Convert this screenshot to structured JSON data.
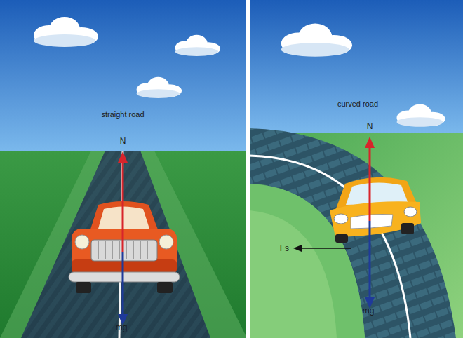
{
  "diagram": {
    "labels": [
      "straight road",
      "N",
      "mg",
      "curved road",
      "N",
      "Fs",
      "mg"
    ]
  }
}
